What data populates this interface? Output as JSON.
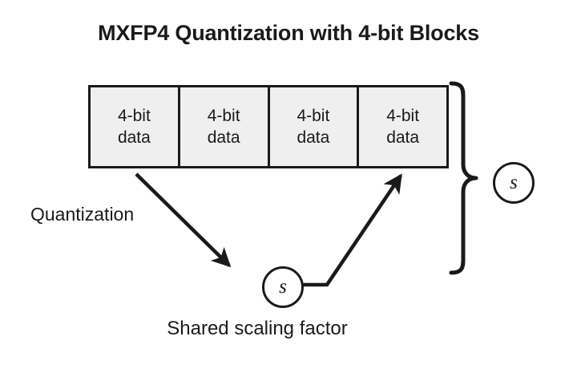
{
  "title": "MXFP4 Quantization with 4-bit Blocks",
  "colors": {
    "ink": "#1a1a1a",
    "block_fill": "#efefef",
    "background": "#ffffff"
  },
  "blocks": {
    "count": 4,
    "items": [
      {
        "line1": "4-bit",
        "line2": "data"
      },
      {
        "line1": "4-bit",
        "line2": "data"
      },
      {
        "line1": "4-bit",
        "line2": "data"
      },
      {
        "line1": "4-bit",
        "line2": "data"
      }
    ]
  },
  "labels": {
    "quantization": "Quantization",
    "shared_scaling_factor": "Shared scaling factor"
  },
  "badges": {
    "bottom": {
      "glyph": "s"
    },
    "right": {
      "glyph": "s"
    }
  },
  "connectors": {
    "quantization_arrow": "arrow from block row down-right to bottom scale badge",
    "scale_arrow": "elbow arrow from bottom scale badge up-right to fourth block",
    "brace": "right curly brace grouping all four blocks to the right scale badge"
  }
}
